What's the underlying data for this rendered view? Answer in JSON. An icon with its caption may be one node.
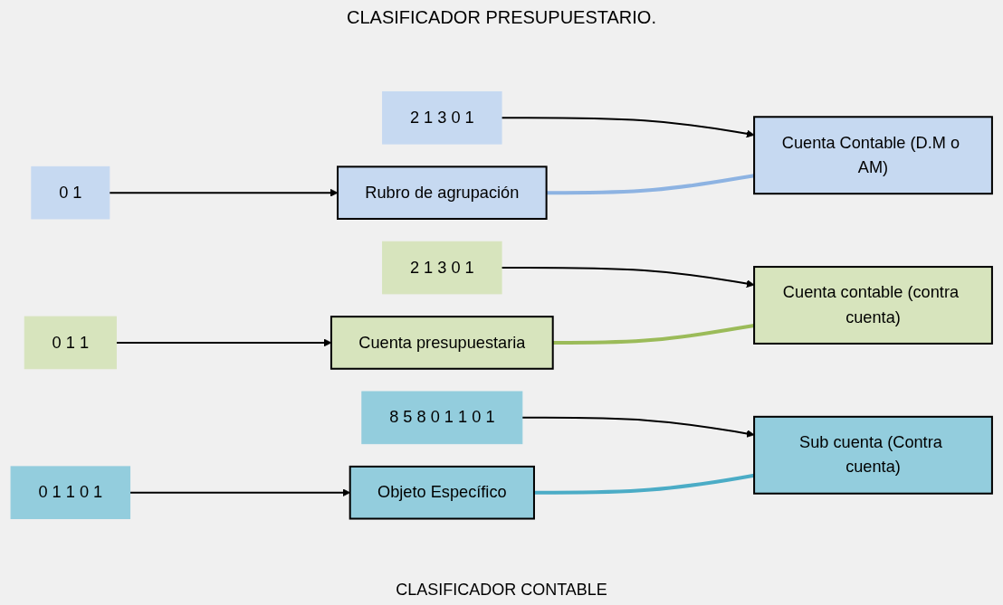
{
  "diagram": {
    "title": "CLASIFICADOR PRESUPUESTARIO.",
    "nodes": [
      {
        "text": [
          "0 1"
        ]
      },
      {
        "text": [
          "0 1 1"
        ]
      },
      {
        "text": [
          "0 1 1 0 1"
        ]
      },
      {
        "text": [
          "Rubro de agrupación"
        ]
      },
      {
        "text": [
          "Cuenta presupuestaria"
        ]
      },
      {
        "text": [
          "Objeto Específico"
        ]
      },
      {
        "text": [
          "2 1 3 0 1"
        ]
      },
      {
        "text": [
          "2 1 3 0 1"
        ]
      },
      {
        "text": [
          "8 5 8 0 1 1 0 1"
        ]
      },
      {
        "text": [
          "Cuenta Contable (D.M o AM)"
        ]
      },
      {
        "text": [
          "Cuenta contable (contra cuenta)"
        ]
      },
      {
        "text": [
          "Sub cuenta (Contra cuenta)"
        ]
      }
    ],
    "edges": [
      {
        "from": 0,
        "to": 3,
        "arrow": "to"
      },
      {
        "from": 1,
        "to": 4,
        "arrow": "to"
      },
      {
        "from": 2,
        "to": 5,
        "arrow": "to"
      },
      {
        "from": 6,
        "to": 9,
        "arrow": "to"
      },
      {
        "from": 7,
        "to": 10,
        "arrow": "to"
      },
      {
        "from": 8,
        "to": 11,
        "arrow": "to"
      },
      {
        "from": 3,
        "to": 9,
        "arrow": "none",
        "style": "thick",
        "color": "#8db3e2"
      },
      {
        "from": 4,
        "to": 10,
        "arrow": "none",
        "style": "thick",
        "color": "#9bbb59"
      },
      {
        "from": 5,
        "to": 11,
        "arrow": "none",
        "style": "thick",
        "color": "#4bacc6"
      }
    ],
    "labels": [
      "CLASIFICADOR CONTABLE"
    ]
  }
}
